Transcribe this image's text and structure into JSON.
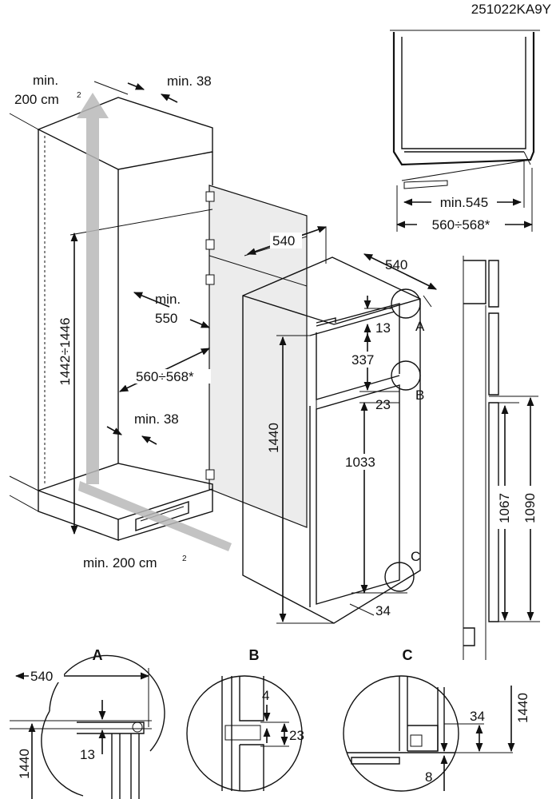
{
  "code": "251022KA9Y",
  "niche": {
    "vent_top": {
      "prefix": "min.",
      "value": "200 cm",
      "sup": "2"
    },
    "vent_bottom": {
      "prefix": "min. 200 cm",
      "sup": "2"
    },
    "top_clearance": "min. 38",
    "bottom_clearance": "min. 38",
    "height_range": "1442÷1446",
    "depth_min": "min.",
    "depth_min_value": "550",
    "width_range": "560÷568*"
  },
  "appliance": {
    "depth": "540",
    "width": "540",
    "height": "1440",
    "dim_13": "13",
    "dim_337": "337",
    "dim_23": "23",
    "dim_1033": "1033",
    "dim_34": "34",
    "marker_a": "A",
    "marker_b": "B",
    "marker_c": "C"
  },
  "top_view": {
    "min_width": "min.545",
    "width_range": "560÷568*"
  },
  "side_view": {
    "dim_1067": "1067",
    "dim_1090": "1090"
  },
  "details": {
    "a": {
      "title": "A",
      "depth": "540",
      "height": "1440",
      "gap": "13"
    },
    "b": {
      "title": "B",
      "gap_small": "4",
      "gap_large": "23"
    },
    "c": {
      "title": "C",
      "height": "1440",
      "gap": "34",
      "offset": "8"
    }
  }
}
